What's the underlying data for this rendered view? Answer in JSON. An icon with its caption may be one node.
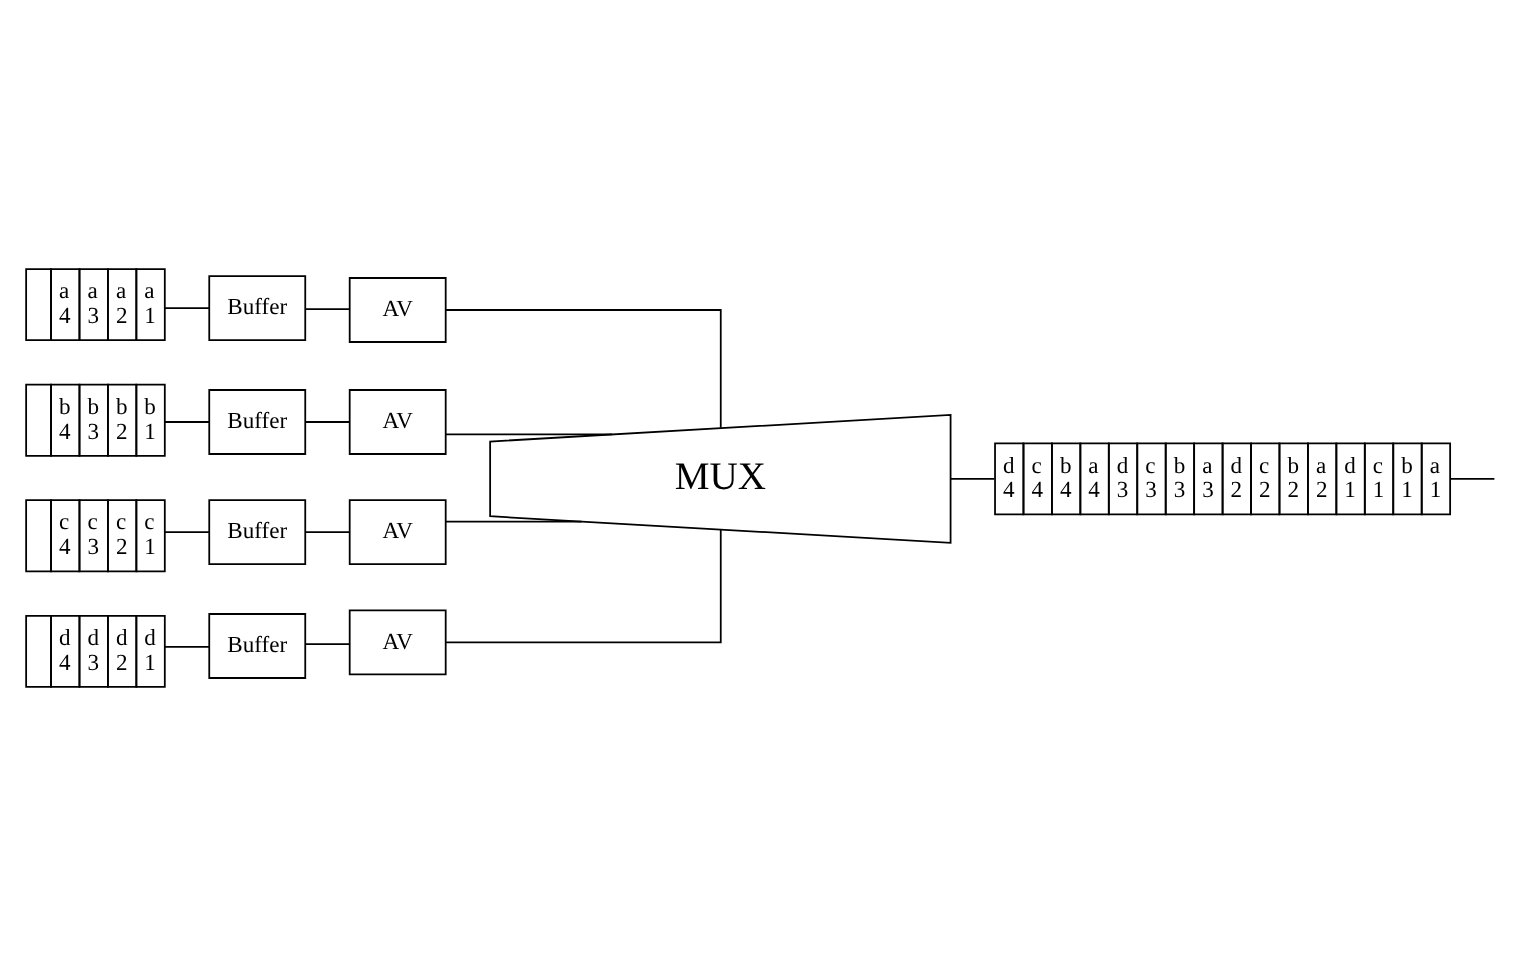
{
  "diagram": {
    "nodes": [
      {
        "text": [
          "a 4",
          "a 3",
          "a 2",
          "a 1"
        ]
      },
      {
        "text": [
          "Buffer"
        ]
      },
      {
        "text": [
          "AV"
        ]
      },
      {
        "text": [
          "b 4",
          "b 3",
          "b 2",
          "b 1"
        ]
      },
      {
        "text": [
          "Buffer"
        ]
      },
      {
        "text": [
          "AV"
        ]
      },
      {
        "text": [
          "c 4",
          "c 3",
          "c 2",
          "c 1"
        ]
      },
      {
        "text": [
          "Buffer"
        ]
      },
      {
        "text": [
          "AV"
        ]
      },
      {
        "text": [
          "d 4",
          "d 3",
          "d 2",
          "d 1"
        ]
      },
      {
        "text": [
          "Buffer"
        ]
      },
      {
        "text": [
          "AV"
        ]
      },
      {
        "text": [
          "MUX"
        ]
      },
      {
        "text": [
          "d 4",
          "c 4",
          "b 4",
          "a 4",
          "d 3",
          "c 3",
          "b 3",
          "a 3",
          "d 2",
          "c 2",
          "b 2",
          "a 2",
          "d 1",
          "c 1",
          "b 1",
          "a 1"
        ]
      }
    ],
    "edges": [
      {
        "from": 0,
        "to": 1,
        "arrow": "none"
      },
      {
        "from": 1,
        "to": 2,
        "arrow": "none"
      },
      {
        "from": 2,
        "to": 12,
        "arrow": "none"
      },
      {
        "from": 3,
        "to": 4,
        "arrow": "none"
      },
      {
        "from": 4,
        "to": 5,
        "arrow": "none"
      },
      {
        "from": 5,
        "to": 12,
        "arrow": "none"
      },
      {
        "from": 6,
        "to": 7,
        "arrow": "none"
      },
      {
        "from": 7,
        "to": 8,
        "arrow": "none"
      },
      {
        "from": 8,
        "to": 12,
        "arrow": "none"
      },
      {
        "from": 9,
        "to": 10,
        "arrow": "none"
      },
      {
        "from": 10,
        "to": 11,
        "arrow": "none"
      },
      {
        "from": 11,
        "to": 12,
        "arrow": "none"
      },
      {
        "from": 12,
        "to": 13,
        "arrow": "none"
      },
      {
        "from": 13,
        "to": null,
        "arrow": "none"
      }
    ]
  }
}
